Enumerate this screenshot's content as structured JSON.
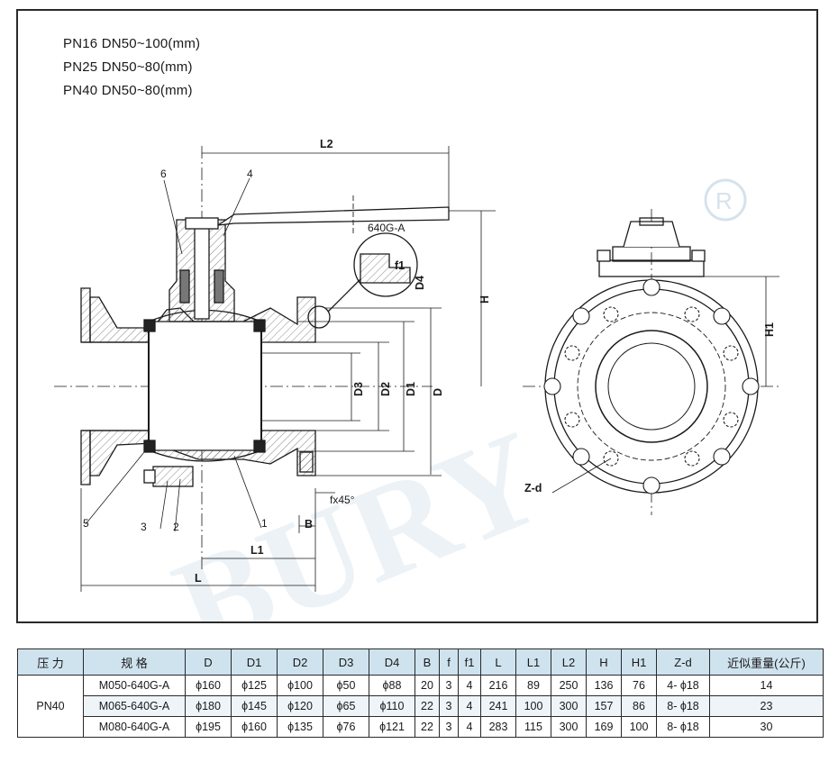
{
  "spec_lines": [
    "PN16  DN50~100(mm)",
    "PN25  DN50~80(mm)",
    "PN40  DN50~80(mm)"
  ],
  "watermark": "BURY",
  "drawing": {
    "model_label": "640G-A",
    "dims": {
      "L2": "L2",
      "H": "H",
      "H1": "H1",
      "D": "D",
      "D1": "D1",
      "D2": "D2",
      "D3": "D3",
      "D4": "D4",
      "f1": "f1",
      "B": "B",
      "L1": "L1",
      "L": "L",
      "fx45": "fx45°",
      "Zd": "Z-d"
    },
    "parts": [
      "1",
      "2",
      "3",
      "4",
      "5",
      "6"
    ]
  },
  "table": {
    "headers": [
      "压  力",
      "规  格",
      "D",
      "D1",
      "D2",
      "D3",
      "D4",
      "B",
      "f",
      "f1",
      "L",
      "L1",
      "L2",
      "H",
      "H1",
      "Z-d",
      "近似重量(公斤)"
    ],
    "pressure": "PN40",
    "rows": [
      [
        "M050-640G-A",
        "ϕ160",
        "ϕ125",
        "ϕ100",
        "ϕ50",
        "ϕ88",
        "20",
        "3",
        "4",
        "216",
        "89",
        "250",
        "136",
        "76",
        "4- ϕ18",
        "14"
      ],
      [
        "M065-640G-A",
        "ϕ180",
        "ϕ145",
        "ϕ120",
        "ϕ65",
        "ϕ110",
        "22",
        "3",
        "4",
        "241",
        "100",
        "300",
        "157",
        "86",
        "8- ϕ18",
        "23"
      ],
      [
        "M080-640G-A",
        "ϕ195",
        "ϕ160",
        "ϕ135",
        "ϕ76",
        "ϕ121",
        "22",
        "3",
        "4",
        "283",
        "115",
        "300",
        "169",
        "100",
        "8- ϕ18",
        "30"
      ]
    ]
  }
}
